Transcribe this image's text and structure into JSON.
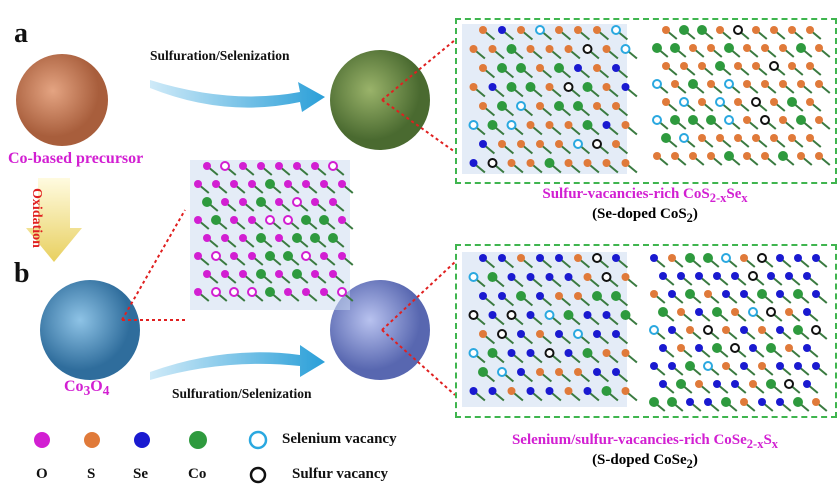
{
  "panels": {
    "a": "a",
    "b": "b"
  },
  "process_label_top": "Sulfuration/Selenization",
  "process_label_bottom": "Sulfuration/Selenization",
  "precursor_label": "Co-based precursor",
  "oxidation_label": "Oxidation",
  "co3o4_label": {
    "base": "Co",
    "sub1": "3",
    "mid": "O",
    "sub2": "4"
  },
  "caption_a": {
    "line1_text": "Sulfur-vacancies-rich  CoS",
    "line1_sub": "2-x",
    "line1_tail": "Se",
    "line1_tail_sub": "x",
    "line2_pre": "(Se-doped CoS",
    "line2_sub": "2",
    "line2_post": ")"
  },
  "caption_b": {
    "line1_text": "Selenium/sulfur-vacancies-rich  CoSe",
    "line1_sub": "2-x",
    "line1_tail": "S",
    "line1_tail_sub": "x",
    "line2_pre": "(S-doped CoSe",
    "line2_sub": "2",
    "line2_post": ")"
  },
  "legend": {
    "atoms": [
      {
        "label": "O",
        "color": "#d21fd2"
      },
      {
        "label": "S",
        "color": "#e07a3a"
      },
      {
        "label": "Se",
        "color": "#1a1ad0"
      },
      {
        "label": "Co",
        "color": "#2e9a3e"
      }
    ],
    "vacancies": [
      {
        "label": "Selenium vacancy",
        "color": "#2aa8e0"
      },
      {
        "label": "Sulfur vacancy",
        "color": "#111111"
      }
    ]
  },
  "colors": {
    "accent_magenta": "#d21fd2",
    "box_border": "#3fb54f",
    "arrow_blue": "#2a9fd8",
    "oxidation_red": "#e02020"
  }
}
